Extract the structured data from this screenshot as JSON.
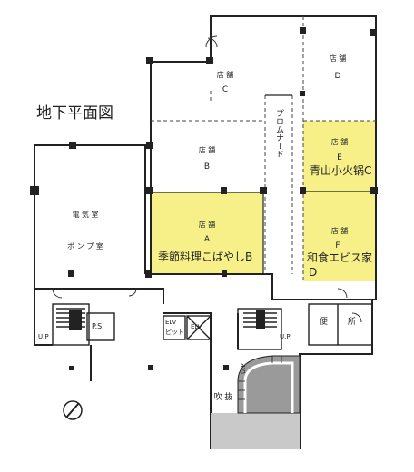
{
  "title": "地下平面図",
  "rooms": [
    {
      "id": "a",
      "label": "店 舗",
      "letter": "A",
      "tenant": "季節料理こばやしB",
      "highlight": "#f7f089"
    },
    {
      "id": "b",
      "label": "店 舗",
      "letter": "B",
      "tenant": "",
      "highlight": ""
    },
    {
      "id": "c",
      "label": "店 舗",
      "letter": "C",
      "tenant": "",
      "highlight": ""
    },
    {
      "id": "d",
      "label": "店 舗",
      "letter": "D",
      "tenant": "",
      "highlight": ""
    },
    {
      "id": "e",
      "label": "店 舗",
      "letter": "E",
      "tenant": "青山小火锅C",
      "highlight": "#f7f089"
    },
    {
      "id": "f",
      "label": "店 舗",
      "letter": "F",
      "tenant": "和食エビス家",
      "tenant2": "D",
      "highlight": "#f7f089"
    }
  ],
  "labels": {
    "electrical": "電 気 室",
    "pump": "ポ ン プ 室",
    "promenade": "プロムナード",
    "ps": "P.S",
    "elv_pit": "ELV",
    "elv_pit2": "ピット",
    "elv": "ELV",
    "up_left": "U.P",
    "up_right": "U.P",
    "up_stair": "U.P",
    "toilet": "便",
    "toilet2": "所",
    "void": "吹 抜"
  }
}
